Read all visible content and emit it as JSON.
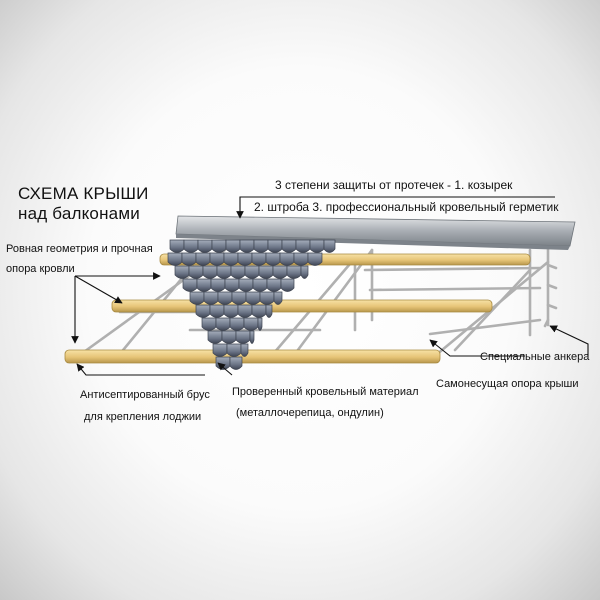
{
  "title": {
    "line1": "СХЕМА КРЫШИ",
    "line2": "над балконами"
  },
  "labels": {
    "protection_line1": "3 степени защиты от протечек - 1. козырек",
    "protection_line2": "2. штроба 3. профессиональный кровельный герметик",
    "geometry_line1": "Ровная геометрия и прочная",
    "geometry_line2": "опора кровли",
    "beam_line1": "Антисептированный брус",
    "beam_line2": "для крепления лоджии",
    "material_line1": "Проверенный кровельный материал",
    "material_line2": "(металлочерепица, ондулин)",
    "anchors": "Специальные анкера",
    "support": "Самонесущая опора крыши"
  },
  "colors": {
    "beam": "#e8c87a",
    "beam_dark": "#b89a4e",
    "metal": "#b9b9b9",
    "tile": "#707a8c",
    "tile_dark": "#454c5a",
    "ribbon": "#1f2d5a",
    "line": "#111111"
  }
}
